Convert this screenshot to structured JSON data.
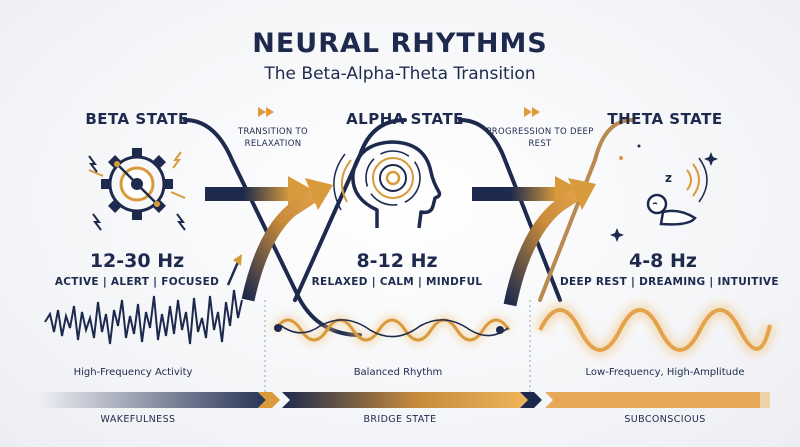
{
  "header": {
    "title": "NEURAL RHYTHMS",
    "subtitle": "The Beta-Alpha-Theta Transition"
  },
  "states": [
    {
      "label": "BETA STATE",
      "frequency": "12-30 Hz",
      "descriptors": "ACTIVE | ALERT | FOCUSED",
      "wave_caption": "High-Frequency Activity",
      "phase": "WAKEFULNESS",
      "icon": "gear-brain-icon"
    },
    {
      "label": "ALPHA STATE",
      "frequency": "8-12 Hz",
      "descriptors": "RELAXED | CALM | MINDFUL",
      "wave_caption": "Balanced Rhythm",
      "phase": "BRIDGE STATE",
      "icon": "head-swirl-icon"
    },
    {
      "label": "THETA STATE",
      "frequency": "4-8 Hz",
      "descriptors": "DEEP REST | DREAMING | INTUITIVE",
      "wave_caption": "Low-Frequency, High-Amplitude",
      "phase": "SUBCONSCIOUS",
      "icon": "crescent-moon-sleep-icon"
    }
  ],
  "transitions": [
    {
      "text": "TRANSITION TO RELAXATION"
    },
    {
      "text": "PROGRESSION TO DEEP REST"
    }
  ],
  "colors": {
    "navy": "#1d2a4d",
    "gold": "#d99a3c",
    "light_gold": "#f1c88a"
  }
}
